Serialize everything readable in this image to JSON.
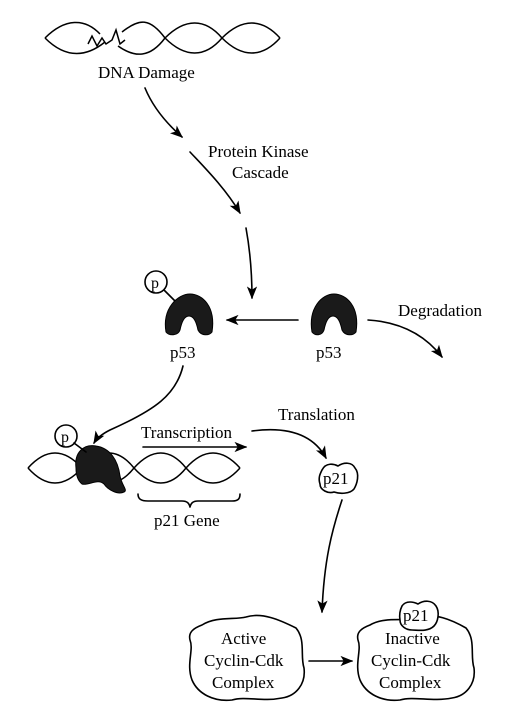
{
  "labels": {
    "dna_damage": "DNA Damage",
    "protein_kinase_1": "Protein Kinase",
    "protein_kinase_2": "Cascade",
    "p_marker_top": "p",
    "p53_phosphorylated": "p53",
    "p53_free": "p53",
    "degradation": "Degradation",
    "translation": "Translation",
    "transcription": "Transcription",
    "p_marker_bottom": "p",
    "p21_free": "p21",
    "p21_gene": "p21 Gene",
    "active_complex_line1": "Active",
    "active_complex_line2": "Cyclin-Cdk",
    "active_complex_line3": "Complex",
    "p21_bound": "p21",
    "inactive_complex_line1": "Inactive",
    "inactive_complex_line2": "Cyclin-Cdk",
    "inactive_complex_line3": "Complex"
  },
  "colors": {
    "ink": "#000000",
    "protein_fill": "#1a1a1a",
    "background": "#ffffff"
  }
}
